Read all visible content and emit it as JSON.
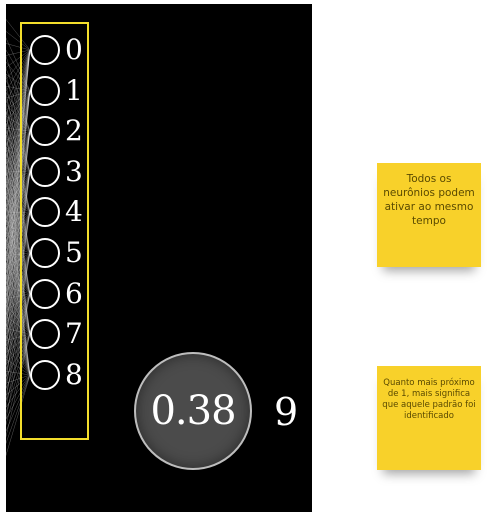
{
  "network": {
    "digits": [
      "0",
      "1",
      "2",
      "3",
      "4",
      "5",
      "6",
      "7",
      "8"
    ],
    "activation": "0.38",
    "output_digit": "9"
  },
  "notes": {
    "note1": "Todos os neurônios podem ativar ao mesmo tempo",
    "note2": "Quanto mais próximo de 1, mais significa que aquele padrão foi identificado"
  },
  "colors": {
    "highlight": "#f3de2c",
    "sticky": "#f8d12a",
    "background": "#000000"
  }
}
